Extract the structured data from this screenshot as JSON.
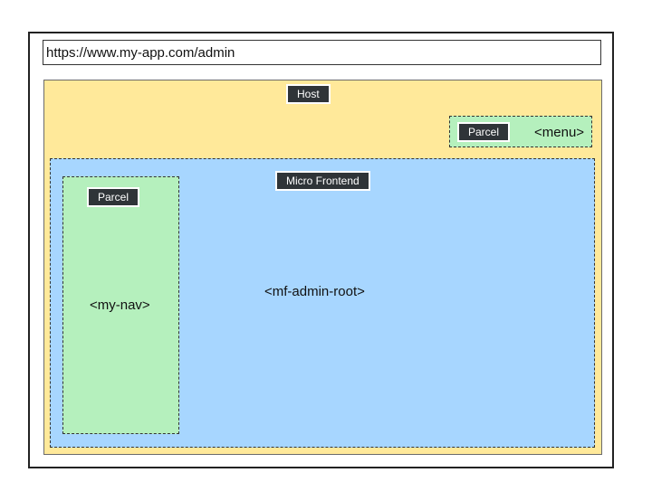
{
  "browser": {
    "url": "https://www.my-app.com/admin"
  },
  "host": {
    "label": "Host"
  },
  "menu_parcel": {
    "label": "Parcel",
    "tag": "<menu>"
  },
  "micro_frontend": {
    "label": "Micro Frontend",
    "tag": "<mf-admin-root>"
  },
  "nav_parcel": {
    "label": "Parcel",
    "tag": "<my-nav>"
  },
  "colors": {
    "host_fill": "#ffe99a",
    "micro_frontend_fill": "#a7d6ff",
    "parcel_fill": "#b5f0bd",
    "label_chip": "#2f3438"
  }
}
